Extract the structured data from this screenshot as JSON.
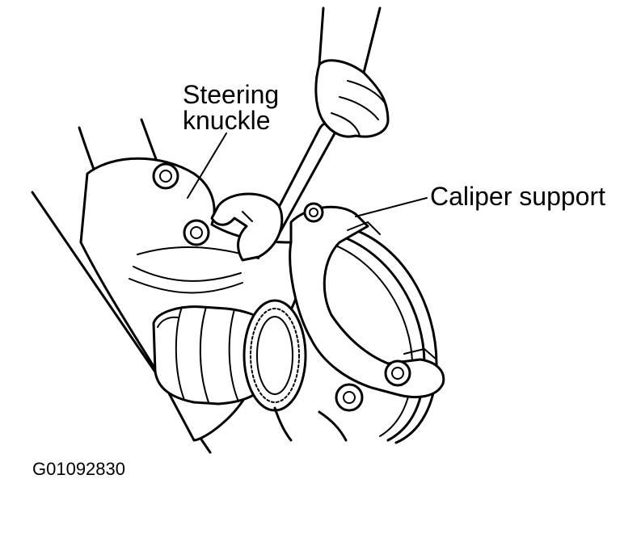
{
  "labels": {
    "steering_knuckle_line1": "Steering",
    "steering_knuckle_line2": "knuckle",
    "caliper_support": "Caliper support"
  },
  "figure_code": "G01092830"
}
